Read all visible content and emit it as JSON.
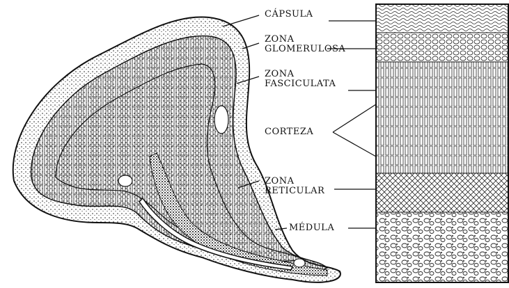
{
  "labels": {
    "capsula": "CÁPSULA",
    "zona_glomerulosa": [
      "ZONA",
      "GLOMERULOSA"
    ],
    "zona_fasciculata": [
      "ZONA",
      "FASCICULATA"
    ],
    "corteza": "CORTEZA",
    "zona_reticular": [
      "ZONA",
      "RETICULAR"
    ],
    "medula": "MÉDULA"
  },
  "colors": {
    "ink": "#1a1a1a",
    "paper": "#ffffff"
  }
}
